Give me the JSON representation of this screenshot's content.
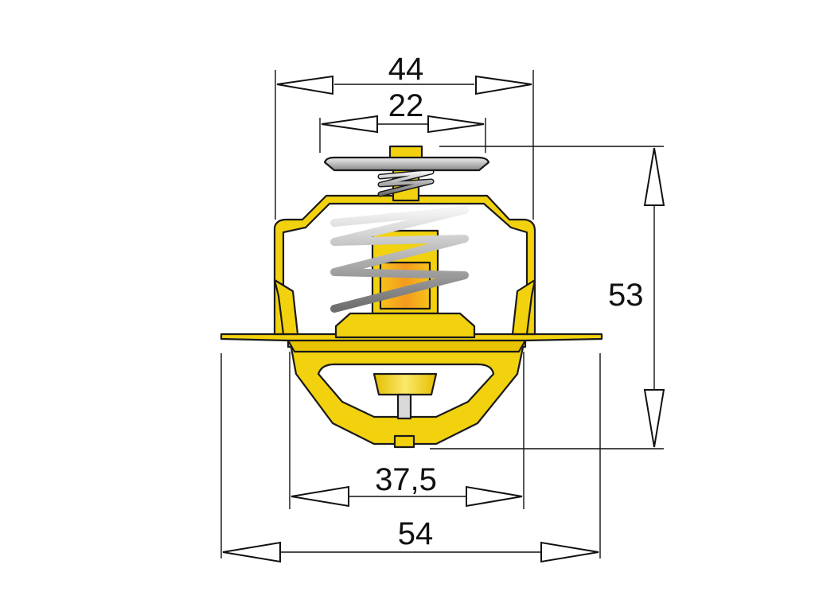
{
  "dimensions": {
    "top_outer": "44",
    "top_inner": "22",
    "height": "53",
    "bottom_inner": "37,5",
    "bottom_outer": "54"
  },
  "colors": {
    "brass": "#f2d20f",
    "brass_dark": "#d9b600",
    "brass_light": "#fbe86a",
    "wax_orange": "#f39a1e",
    "steel": "#9a9a9a",
    "outline": "#1a1a1a"
  }
}
